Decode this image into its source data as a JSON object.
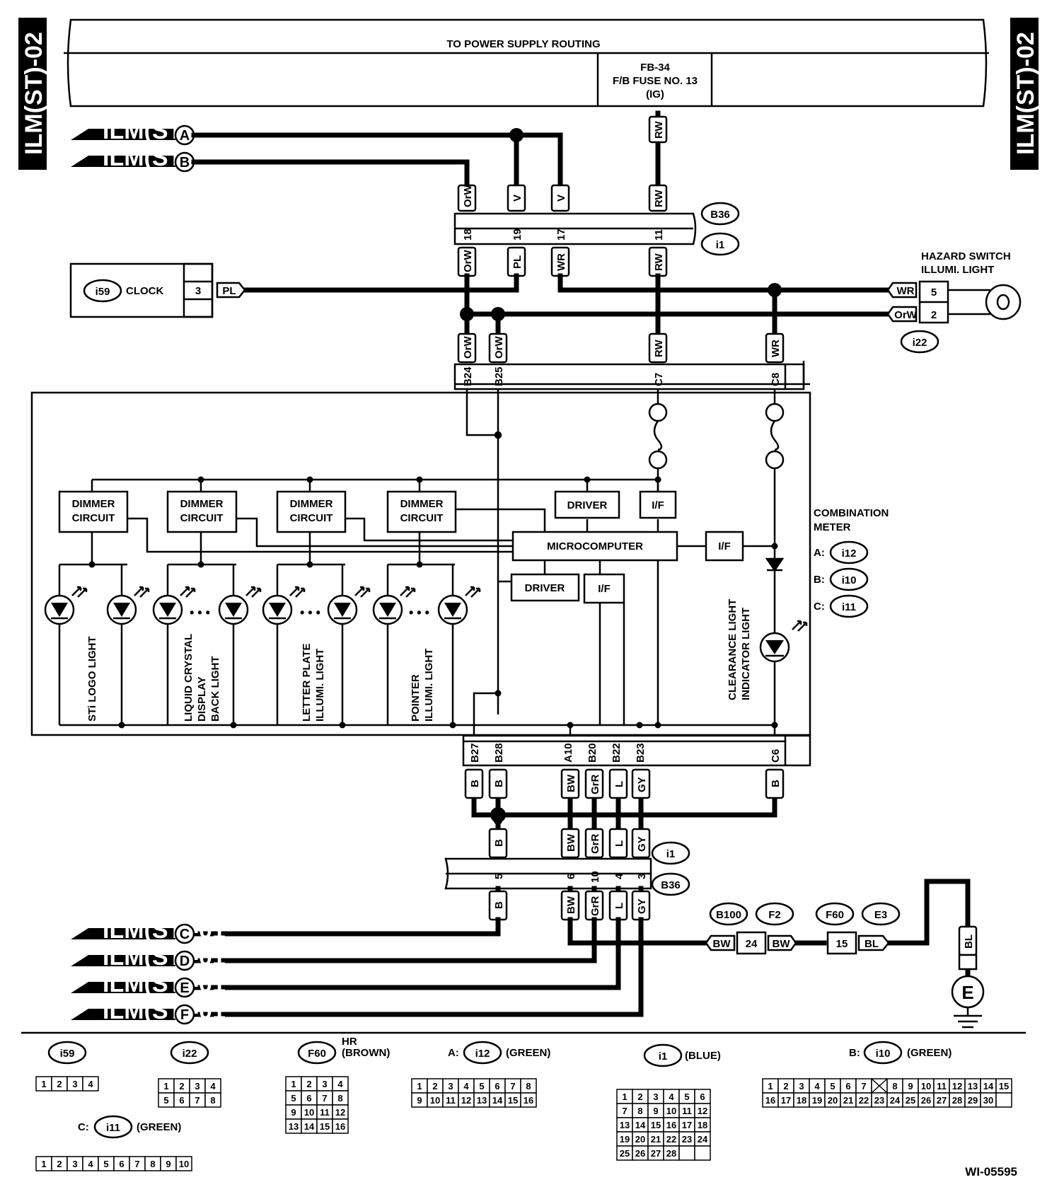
{
  "side_tab": "ILM(ST)-02",
  "power_title": "TO POWER SUPPLY ROUTING",
  "fuse": {
    "line1": "FB-34",
    "line2": "F/B FUSE NO. 13",
    "line3": "(IG)"
  },
  "refs": {
    "a": "ILM(ST)-01",
    "b": "ILM(ST)-01",
    "c": "ILM(ST)-01",
    "d": "ILM(ST)-01",
    "e": "ILM(ST)-01",
    "f": "ILM(ST)-01"
  },
  "letters": {
    "a": "A",
    "b": "B",
    "c": "C",
    "d": "D",
    "e": "E",
    "f": "F"
  },
  "connectors": {
    "B36": "B36",
    "i1": "i1",
    "i22": "i22",
    "i59": "i59",
    "i12": "i12",
    "i10": "i10",
    "i11": "i11",
    "B100": "B100",
    "F2": "F2",
    "F60": "F60",
    "E3": "E3"
  },
  "clock": {
    "label": "CLOCK",
    "pin": "3",
    "wire": "PL"
  },
  "hazard": {
    "line1": "HAZARD SWITCH",
    "line2": "ILLUMI. LIGHT",
    "pin_a": "5",
    "pin_b": "2",
    "wire_a": "WR",
    "wire_b": "OrW"
  },
  "wires": {
    "orw": "OrW",
    "v": "V",
    "rw": "RW",
    "pl": "PL",
    "wr": "WR",
    "b": "B",
    "bw": "BW",
    "grr": "GrR",
    "l": "L",
    "gy": "GY",
    "bl": "BL"
  },
  "pins_b36": {
    "p18": "18",
    "p19": "19",
    "p17": "17",
    "p11": "11",
    "p5": "5",
    "p6": "6",
    "p10": "10",
    "p4": "4",
    "p3": "3",
    "p24": "24",
    "p15": "15"
  },
  "meter_pins": {
    "b24": "B24",
    "b25": "B25",
    "c7": "C7",
    "c8": "C8",
    "b27": "B27",
    "b28": "B28",
    "a10": "A10",
    "b20": "B20",
    "b22": "B22",
    "b23": "B23",
    "c6": "C6"
  },
  "blocks": {
    "dimmer1": "DIMMER",
    "dimmer2": "CIRCUIT",
    "driver": "DRIVER",
    "if": "I/F",
    "micro": "MICROCOMPUTER"
  },
  "meter": {
    "line1": "COMBINATION",
    "line2": "METER",
    "a": "A:",
    "b": "B:",
    "c": "C:"
  },
  "lights": {
    "sti": "STi LOGO LIGHT",
    "lcd1": "LIQUID CRYSTAL",
    "lcd2": "DISPLAY",
    "lcd3": "BACK LIGHT",
    "lp1": "LETTER PLATE",
    "lp2": "ILLUMI. LIGHT",
    "pt1": "POINTER",
    "pt2": "ILLUMI. LIGHT",
    "cl1": "CLEARANCE LIGHT",
    "cl2": "INDICATOR LIGHT"
  },
  "ground": "E",
  "legend": {
    "hr": "HR",
    "brown": "(BROWN)",
    "green": "(GREEN)",
    "blue": "(BLUE)",
    "a": "A:",
    "b": "B:",
    "c": "C:",
    "i59_cells": [
      "1",
      "2",
      "3",
      "4"
    ],
    "i22_cells": [
      "1",
      "2",
      "3",
      "4",
      "5",
      "6",
      "7",
      "8"
    ],
    "f60_cells": [
      "1",
      "2",
      "3",
      "4",
      "5",
      "6",
      "7",
      "8",
      "9",
      "10",
      "11",
      "12",
      "13",
      "14",
      "15",
      "16"
    ],
    "i12_cells": [
      "1",
      "2",
      "3",
      "4",
      "5",
      "6",
      "7",
      "8",
      "9",
      "10",
      "11",
      "12",
      "13",
      "14",
      "15",
      "16"
    ],
    "i10_cells": [
      "1",
      "2",
      "3",
      "4",
      "5",
      "6",
      "7",
      "8",
      "9",
      "10",
      "11",
      "12",
      "13",
      "14",
      "15",
      "16",
      "17",
      "18",
      "19",
      "20",
      "21",
      "22",
      "23",
      "24",
      "25",
      "26",
      "27",
      "28",
      "29",
      "30"
    ],
    "i11_cells": [
      "1",
      "2",
      "3",
      "4",
      "5",
      "6",
      "7",
      "8",
      "9",
      "10"
    ],
    "i1_cells": [
      "1",
      "2",
      "3",
      "4",
      "5",
      "6",
      "7",
      "8",
      "9",
      "10",
      "11",
      "12",
      "13",
      "14",
      "15",
      "16",
      "17",
      "18",
      "19",
      "20",
      "21",
      "22",
      "23",
      "24",
      "25",
      "26",
      "27",
      "28"
    ]
  },
  "code": "WI-05595"
}
